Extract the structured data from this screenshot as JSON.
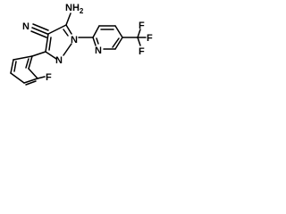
{
  "structure": {
    "labels": {
      "nitrile": "N",
      "amine": "NH",
      "amine_subscript": "2",
      "pyrazole_n1": "N",
      "pyrazole_n2": "N",
      "pyridine_n": "N",
      "aryl_fluorine": "F",
      "cf3_f_top": "F",
      "cf3_f_right": "F",
      "cf3_f_bottom": "F"
    },
    "colors": {
      "bond": "#000000",
      "atom_label": "#000000",
      "background": "#ffffff"
    }
  }
}
